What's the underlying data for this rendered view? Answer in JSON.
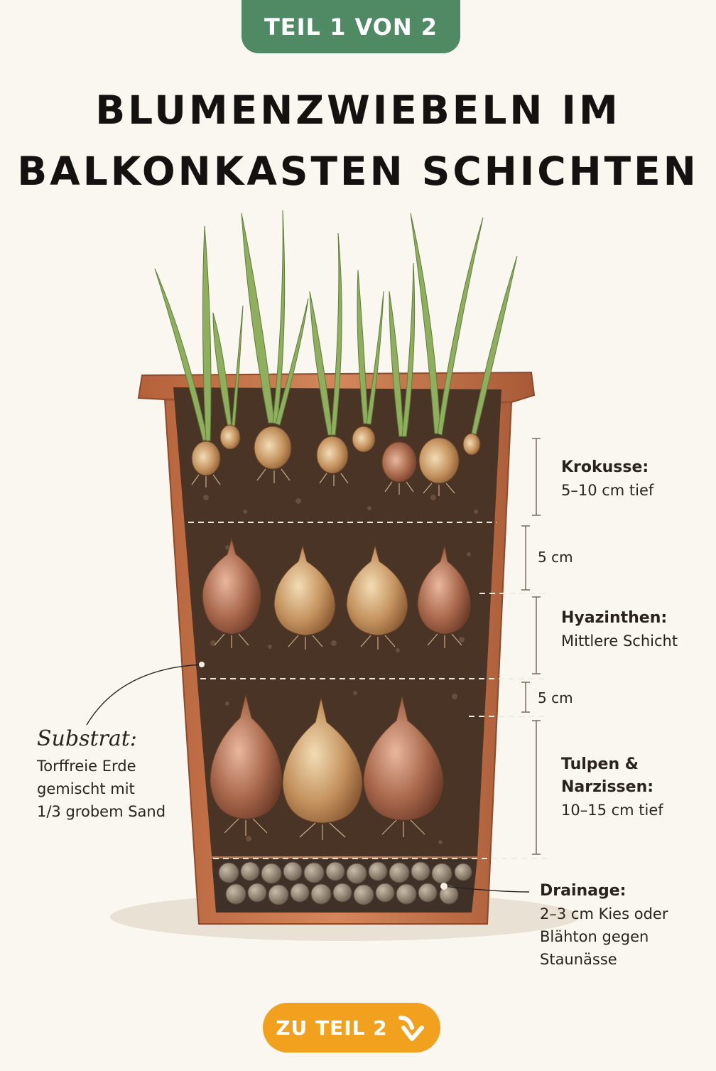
{
  "badge": {
    "label": "TEIL 1 VON 2"
  },
  "title": {
    "line1": "BLUMENZWIEBELN IM",
    "line2": "BALKONKASTEN SCHICHTEN"
  },
  "layers": {
    "krokusse": {
      "name": "Krokusse:",
      "detail": "5–10 cm tief"
    },
    "gap1": "5 cm",
    "hyazinthen": {
      "name": "Hyazinthen:",
      "detail": "Mittlere Schicht"
    },
    "gap2": "5 cm",
    "tulpen": {
      "name_line1": "Tulpen &",
      "name_line2": "Narzissen:",
      "detail": "10–15 cm tief"
    },
    "drainage": {
      "name": "Drainage:",
      "detail_line1": "2–3 cm Kies oder",
      "detail_line2": "Blähton gegen",
      "detail_line3": "Staunässe"
    }
  },
  "substrat": {
    "title": "Substrat:",
    "line1": "Torffreie Erde",
    "line2": "gemischt mit",
    "line3": "1/3 grobem Sand"
  },
  "cta": {
    "label": "ZU TEIL 2",
    "icon": "arrow-down-right-icon"
  },
  "colors": {
    "badge": "#4f8a64",
    "cta": "#f1a11e",
    "pot": "#c8744a",
    "soil": "#4a3426",
    "gravel": "#8a7a68",
    "leaf": "#8fae5e"
  }
}
